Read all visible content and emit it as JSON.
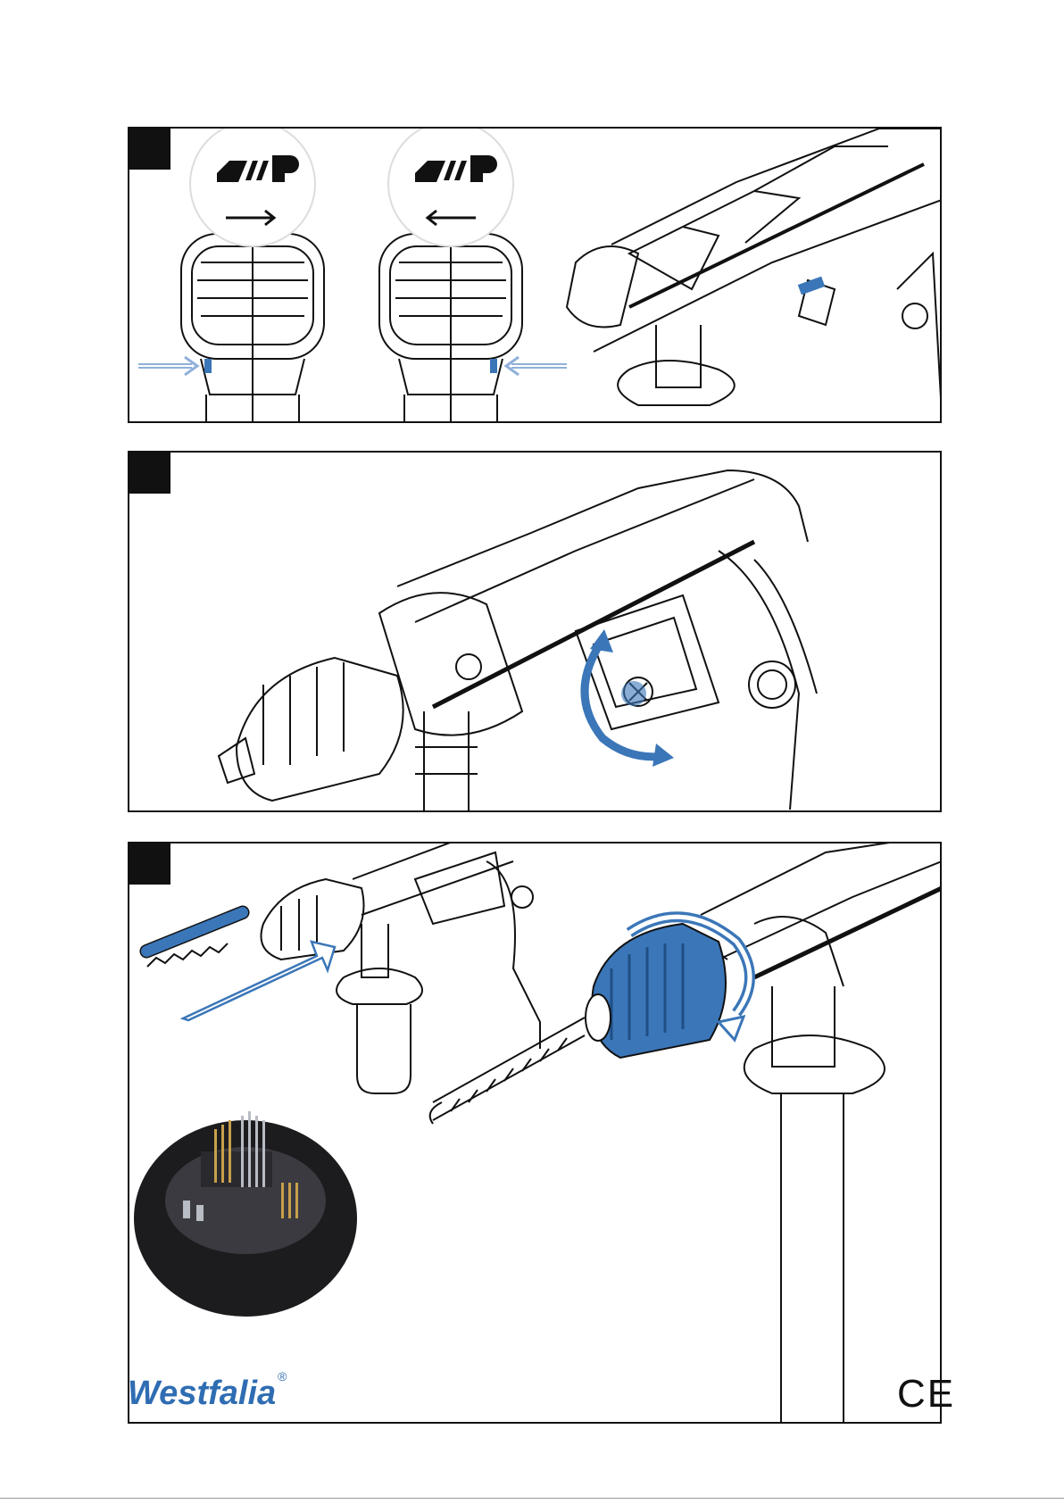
{
  "panels": [
    {
      "id": "panel-1",
      "label": ""
    },
    {
      "id": "panel-2",
      "label": ""
    },
    {
      "id": "panel-3",
      "label": ""
    }
  ],
  "colors": {
    "accent_blue": "#3b76b8",
    "light_blue": "#8fb0db",
    "outline": "#111111",
    "brand": "#2f6db3"
  },
  "icons": [
    "forward-rotation-icon",
    "reverse-rotation-icon",
    "direction-switch-arrow-icon",
    "rotate-selector-arrow-icon",
    "insert-drill-bit-arrow-icon",
    "tighten-chuck-arrow-icon"
  ],
  "footer": {
    "brand": "Westfalia",
    "registered": "®",
    "certification": "CE"
  }
}
